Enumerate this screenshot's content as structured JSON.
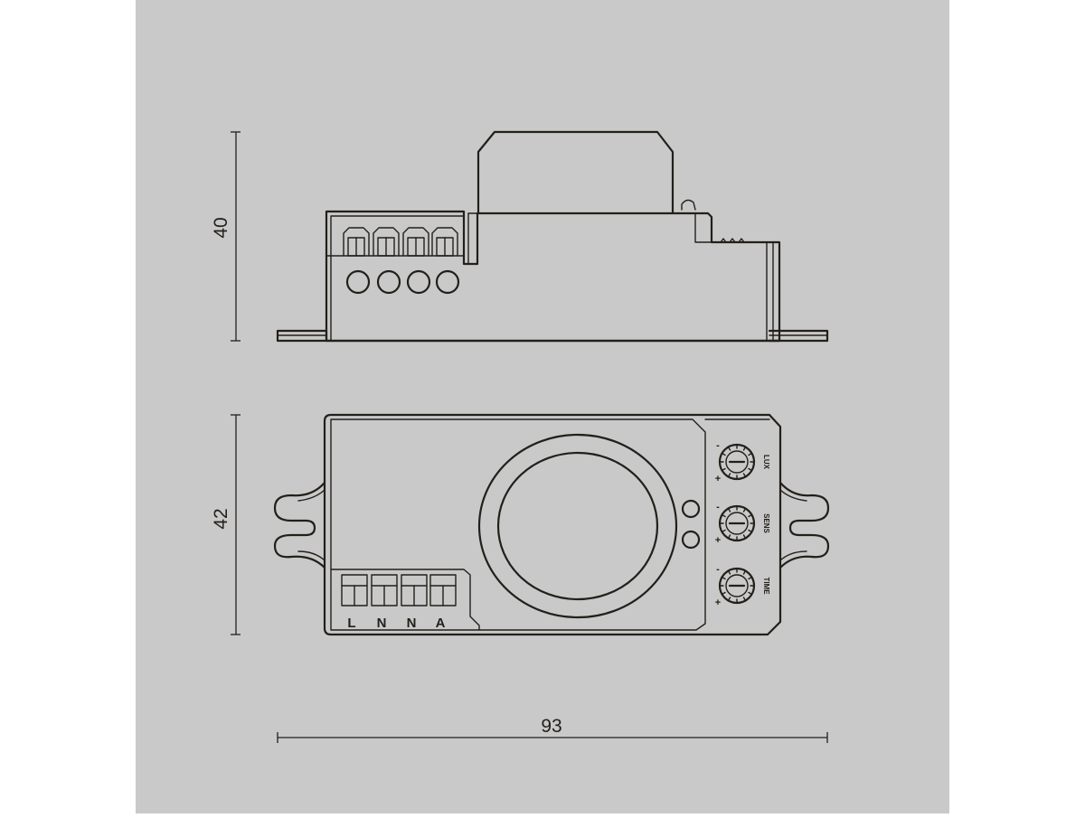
{
  "colors": {
    "canvas": "#ffffff",
    "panel": "#c9c9c9",
    "line": "#231f1a"
  },
  "dimensions": {
    "height_side": "40",
    "height_top": "42",
    "width": "93"
  },
  "terminals": [
    "L",
    "N",
    "N",
    "A"
  ],
  "knobs": [
    {
      "label": "LUX",
      "plus": "+",
      "minus": "-"
    },
    {
      "label": "SENS",
      "plus": "+",
      "minus": "-"
    },
    {
      "label": "TIME",
      "plus": "+",
      "minus": "-"
    }
  ]
}
